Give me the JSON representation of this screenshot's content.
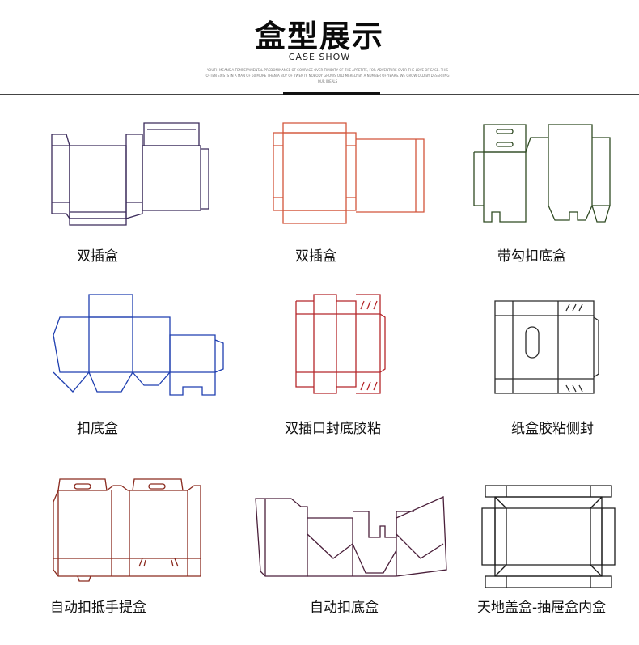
{
  "header": {
    "title": "盒型展示",
    "subtitle": "CASE SHOW",
    "tagline": "YOUTH MEANS A TEMPERAMENTAL PREDOMINANCE OF COURAGE OVER TIMIDITY OF THE APPETITE, FOR ADVENTURE OVER THE LOVE OF EASE. THIS OFTEN EXISTS IN A MAN OF 60 MORE THAN A BOY OF TWENTY. NOBODY GROWS OLD MERELY BY A NUMBER OF YEARS. WE GROW OLD BY DESERTING OUR IDEALS"
  },
  "boxes": [
    {
      "label": "双插盒",
      "color": "#3a2a5a"
    },
    {
      "label": "双插盒",
      "color": "#d2553a"
    },
    {
      "label": "带勾扣底盒",
      "color": "#2f4a22"
    },
    {
      "label": "扣底盒",
      "color": "#1f3fb0"
    },
    {
      "label": "双插口封底胶粘",
      "color": "#b5262a"
    },
    {
      "label": "纸盒胶粘侧封",
      "color": "#2a2a2a"
    },
    {
      "label": "自动扣抵手提盒",
      "color": "#8a2a1e"
    },
    {
      "label": "自动扣底盒",
      "color": "#4a1f3a"
    },
    {
      "label": "天地盖盒-抽屉盒内盒",
      "color": "#1a1a1a"
    }
  ]
}
